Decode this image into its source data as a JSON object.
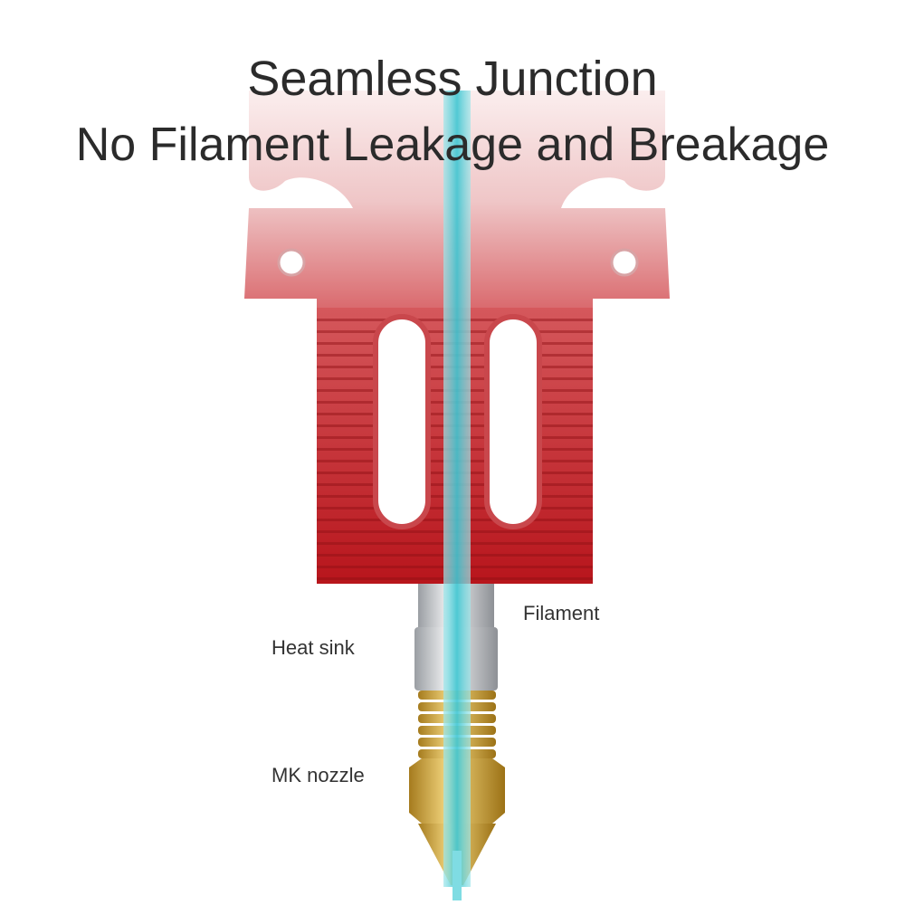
{
  "title": {
    "line1": "Seamless Junction",
    "line2": "No Filament Leakage and Breakage"
  },
  "labels": {
    "filament": "Filament",
    "heat_sink": "Heat sink",
    "mk_nozzle": "MK nozzle"
  },
  "colors": {
    "heatsink_red": "#c0262c",
    "plate_pink": "#e9b4b6",
    "filament_cyan": "#5fd3dc",
    "brass": "#d9b04a",
    "steel": "#c9ccd0",
    "text": "#2b2b2b"
  }
}
